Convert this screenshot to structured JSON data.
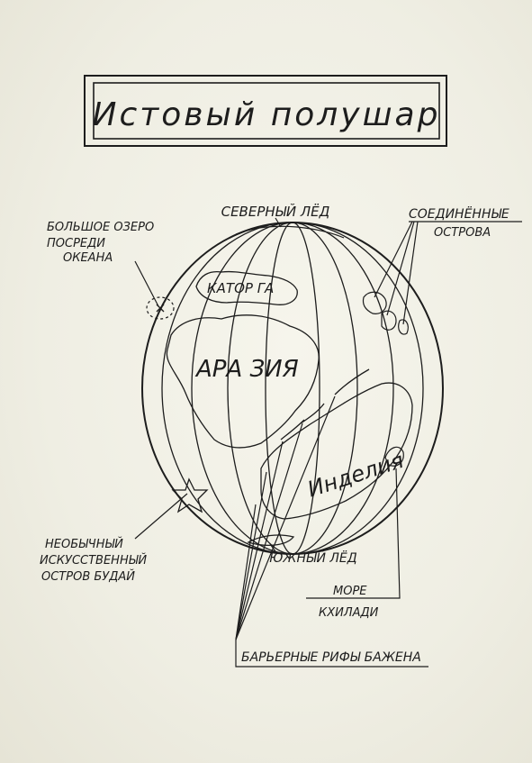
{
  "title": "Истовый полушар",
  "labels": {
    "north_ice": "СЕВЕРНЫЙ ЛЁД",
    "south_ice": "ЮЖНЫЙ ЛЁД",
    "big_lake_line1": "БОЛЬШОЕ ОЗЕРО",
    "big_lake_line2": "ПОСРЕДИ",
    "big_lake_line3": "ОКЕАНА",
    "united_islands_line1": "СОЕДИНЁННЫЕ",
    "united_islands_line2": "ОСТРОВА",
    "katorga": "КАТОР ГА",
    "arazia": "АРА ЗИЯ",
    "indelia": "Инделия",
    "unusual_island_line1": "НЕОБЫЧНЫЙ",
    "unusual_island_line2": "ИСКУССТВЕННЫЙ",
    "unusual_island_line3": "ОСТРОВ БУДАЙ",
    "sea_line1": "МОРЕ",
    "sea_line2": "КХИЛАДИ",
    "barrier_reefs": "БАРЬЕРНЫЕ РИФЫ БАЖЕНА"
  },
  "colors": {
    "ink": "#1d1d1d",
    "paper": "#efeee3"
  }
}
